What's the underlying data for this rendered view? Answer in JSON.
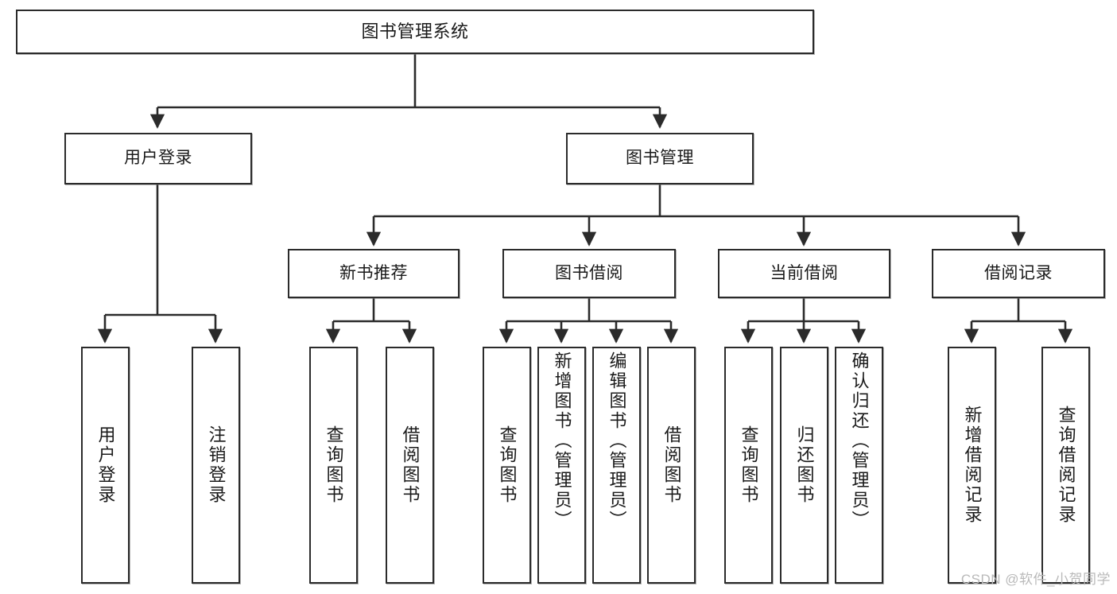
{
  "diagram": {
    "type": "hierarchy-tree",
    "title": "图书管理系统",
    "watermark": "CSDN @软件_小贺同学",
    "colors": {
      "box_border": "#2b2b2b",
      "box_fill": "#ffffff",
      "connector": "#2b2b2b",
      "watermark": "#b9b9b9"
    },
    "levels": {
      "level1": [
        "图书管理系统"
      ],
      "level2": [
        "用户登录",
        "图书管理"
      ],
      "level3": [
        "新书推荐",
        "图书借阅",
        "当前借阅",
        "借阅记录"
      ],
      "level4": [
        "用户登录",
        "注销登录",
        "查询图书",
        "借阅图书",
        "查询图书",
        "新增图书（管理员）",
        "编辑图书（管理员）",
        "借阅图书",
        "查询图书",
        "归还图书",
        "确认归还（管理员）",
        "新增借阅记录",
        "查询借阅记录"
      ]
    },
    "nodes": {
      "root": {
        "label": "图书管理系统"
      },
      "user_login": {
        "label": "用户登录"
      },
      "book_manage": {
        "label": "图书管理"
      },
      "new_book_rec": {
        "label": "新书推荐"
      },
      "book_borrow": {
        "label": "图书借阅"
      },
      "current_borrow": {
        "label": "当前借阅"
      },
      "borrow_record": {
        "label": "借阅记录"
      },
      "leaf_user_login": {
        "label": "用户登录"
      },
      "leaf_logout": {
        "label": "注销登录"
      },
      "leaf_query_book_a": {
        "label": "查询图书"
      },
      "leaf_borrow_book_a": {
        "label": "借阅图书"
      },
      "leaf_query_book_b": {
        "label": "查询图书"
      },
      "leaf_add_book": {
        "label": "新增图书（管理员）"
      },
      "leaf_edit_book": {
        "label": "编辑图书（管理员）"
      },
      "leaf_borrow_book_b": {
        "label": "借阅图书"
      },
      "leaf_query_book_c": {
        "label": "查询图书"
      },
      "leaf_return_book": {
        "label": "归还图书"
      },
      "leaf_confirm_return": {
        "label": "确认归还（管理员）"
      },
      "leaf_add_record": {
        "label": "新增借阅记录"
      },
      "leaf_query_record": {
        "label": "查询借阅记录"
      }
    }
  }
}
